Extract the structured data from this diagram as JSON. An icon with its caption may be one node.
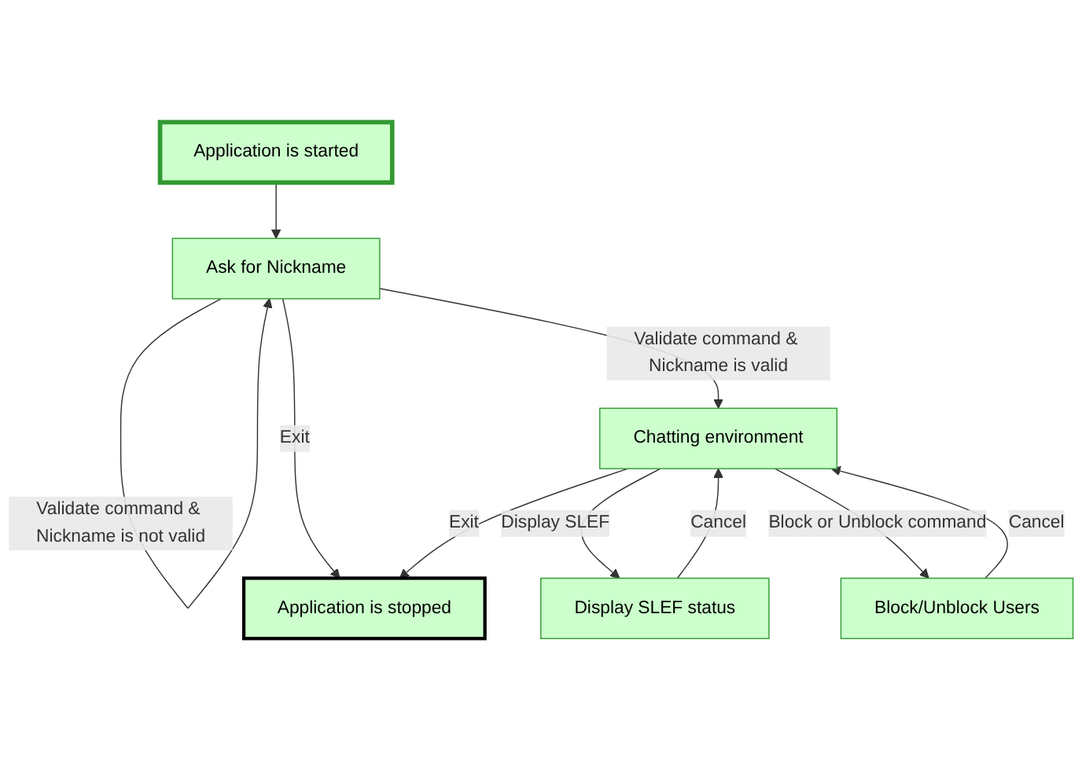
{
  "diagram": {
    "nodes": [
      {
        "text": [
          "Application is started"
        ]
      },
      {
        "text": [
          "Ask for Nickname"
        ]
      },
      {
        "text": [
          "Chatting environment"
        ]
      },
      {
        "text": [
          "Application is stopped"
        ]
      },
      {
        "text": [
          "Display SLEF status"
        ]
      },
      {
        "text": [
          "Block/Unblock Users"
        ]
      }
    ],
    "edges": [
      {
        "from": 0,
        "to": 1,
        "arrow": "to"
      },
      {
        "from": 1,
        "to": 1,
        "arrow": "to",
        "label": "Validate command & Nickname is not valid"
      },
      {
        "from": 1,
        "to": 2,
        "arrow": "to",
        "label": "Validate command & Nickname is valid"
      },
      {
        "from": 1,
        "to": 3,
        "arrow": "to",
        "label": "Exit"
      },
      {
        "from": 2,
        "to": 3,
        "arrow": "to",
        "label": "Exit"
      },
      {
        "from": 2,
        "to": 4,
        "arrow": "to",
        "label": "Display SLEF"
      },
      {
        "from": 4,
        "to": 2,
        "arrow": "to",
        "label": "Cancel"
      },
      {
        "from": 2,
        "to": 5,
        "arrow": "to",
        "label": "Block or Unblock command"
      },
      {
        "from": 5,
        "to": 2,
        "arrow": "to",
        "label": "Cancel"
      }
    ]
  }
}
